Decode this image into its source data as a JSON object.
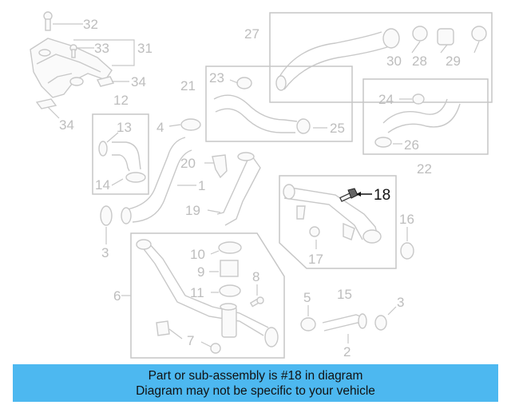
{
  "labels": {
    "l1": "1",
    "l2": "2",
    "l3a": "3",
    "l3b": "3",
    "l4": "4",
    "l5": "5",
    "l6": "6",
    "l7": "7",
    "l8": "8",
    "l9": "9",
    "l10": "10",
    "l11": "11",
    "l12": "12",
    "l13": "13",
    "l14": "14",
    "l15": "15",
    "l16": "16",
    "l17": "17",
    "l18": "18",
    "l19": "19",
    "l20": "20",
    "l21": "21",
    "l22": "22",
    "l23": "23",
    "l24": "24",
    "l25": "25",
    "l26": "26",
    "l27": "27",
    "l28": "28",
    "l29": "29",
    "l30": "30",
    "l31": "31",
    "l32": "32",
    "l33": "33",
    "l34a": "34",
    "l34b": "34"
  },
  "highlighted_part": "18",
  "banner": {
    "line1": "Part or sub-assembly is #18 in diagram",
    "line2": "Diagram may not be specific to your vehicle"
  },
  "colors": {
    "banner_bg": "#4db8f0",
    "diagram_line": "#c6c6c6",
    "highlight": "#111111"
  }
}
